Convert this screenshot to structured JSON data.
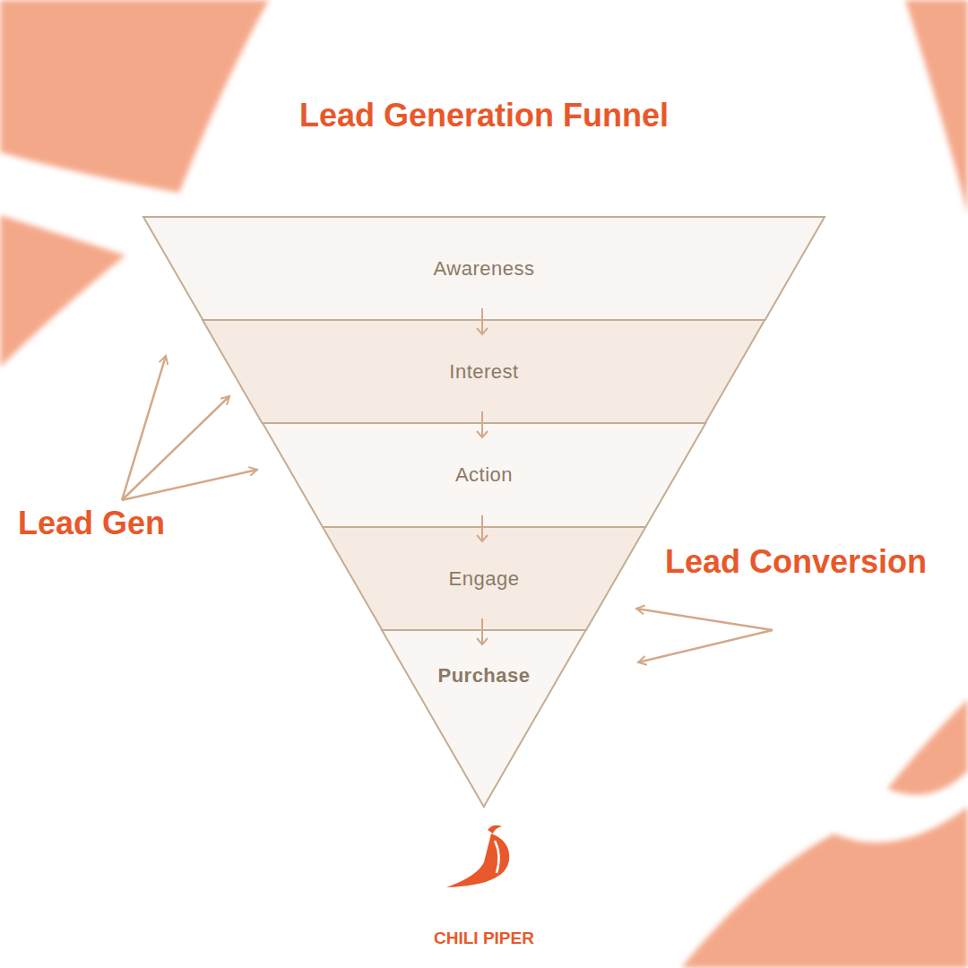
{
  "diagram": {
    "title": "Lead Generation Funnel",
    "nodes": [
      {
        "text": [
          "Awareness"
        ]
      },
      {
        "text": [
          "Interest"
        ]
      },
      {
        "text": [
          "Action"
        ]
      },
      {
        "text": [
          "Engage"
        ]
      },
      {
        "text": [
          "Purchase"
        ]
      }
    ],
    "edges": [
      {
        "from": 0,
        "to": 1,
        "arrow": "to"
      },
      {
        "from": 1,
        "to": 2,
        "arrow": "to"
      },
      {
        "from": 2,
        "to": 3,
        "arrow": "to"
      },
      {
        "from": 3,
        "to": 4,
        "arrow": "to"
      }
    ],
    "labels": [
      "Lead Gen",
      "Lead Conversion",
      "CHILI PIPER"
    ]
  }
}
